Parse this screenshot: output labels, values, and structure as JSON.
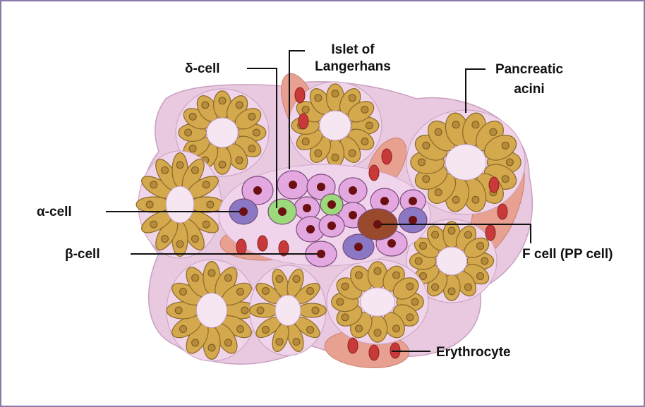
{
  "labels": {
    "delta_cell": "δ-cell",
    "islet_line1": "Islet of",
    "islet_line2": "Langerhans",
    "acini_line1": "Pancreatic",
    "acini_line2": "acini",
    "alpha_cell": "α-cell",
    "beta_cell": "β-cell",
    "f_cell": "F cell (PP cell)",
    "erythrocyte": "Erythrocyte"
  },
  "colors": {
    "frame": "#8a7aa8",
    "tissue": "#e6c6de",
    "acinar_cell": "#d4a84c",
    "acinar_nucleus": "#b58a3a",
    "islet_cell": "#e3a8e0",
    "alpha_cell": "#8b78c4",
    "delta_cell": "#9cd97a",
    "f_cell": "#9a4a2c",
    "nucleus": "#6b1010",
    "erythrocyte": "#c83a3a",
    "capillary": "#e8a090"
  }
}
